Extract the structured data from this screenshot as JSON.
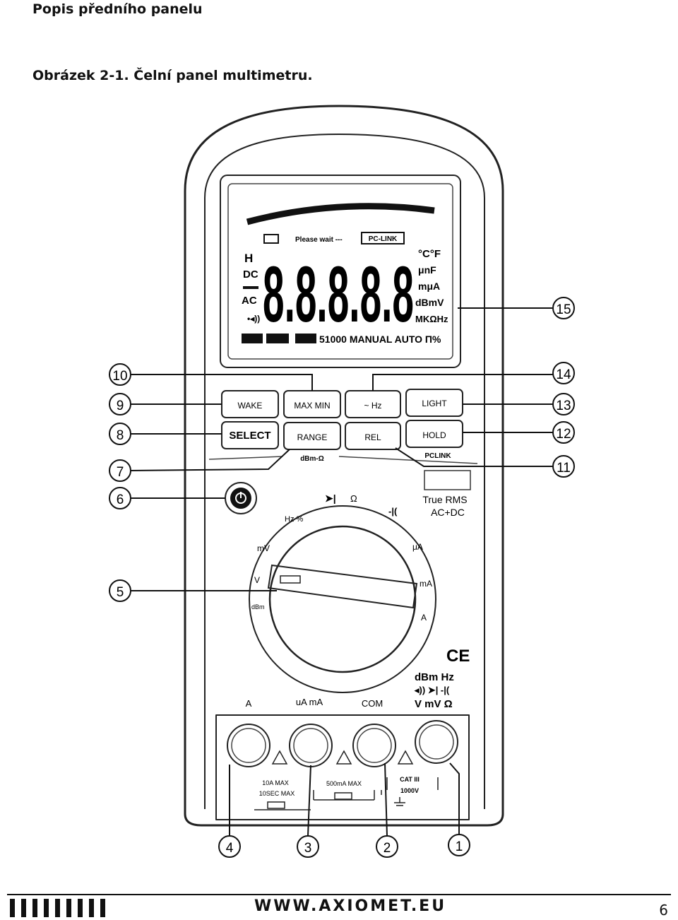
{
  "header": {
    "title": "Popis předního panelu"
  },
  "figure": {
    "caption": "Obrázek 2-1. Čelní panel multimetru.",
    "lcd": {
      "digits": "8.8.8.8.8",
      "top_text": "Please wait ---",
      "pclink": "PC-LINK",
      "left_symbols": [
        "H",
        "DC",
        "AC"
      ],
      "right_units": [
        "°C°F",
        "μnF",
        "mμA",
        "dBmV",
        "MKΩHz"
      ],
      "bottom_text": "51000 MANUAL AUTO Π%"
    },
    "buttons": {
      "wake": "WAKE",
      "max_min": "MAX MIN",
      "hz": "~ Hz",
      "light": "LIGHT",
      "select": "SELECT",
      "range": "RANGE",
      "rel": "REL",
      "hold": "HOLD"
    },
    "panel_labels": {
      "dbm_ohm": "dBm-Ω",
      "pclink": "PCLINK",
      "true_rms": "True RMS",
      "ac_dc": "AC+DC",
      "ce": "CE",
      "func_line1": "dBm Hz",
      "func_line3": "V mV Ω"
    },
    "dial_labels": [
      "Hz %",
      "Ω",
      "μA",
      "mA",
      "A",
      "dBm",
      "V",
      "mV"
    ],
    "jack_labels": [
      "A",
      "uA mA",
      "COM"
    ],
    "fuse_labels": {
      "a_max": "10A MAX",
      "a_time": "10SEC MAX",
      "ma_max": "500mA MAX",
      "cat": "CAT III",
      "volt": "1000V"
    },
    "callouts": [
      "1",
      "2",
      "3",
      "4",
      "5",
      "6",
      "7",
      "8",
      "9",
      "10",
      "11",
      "12",
      "13",
      "14",
      "15"
    ]
  },
  "footer": {
    "url": "WWW.AXIOMET.EU",
    "page": "6"
  }
}
